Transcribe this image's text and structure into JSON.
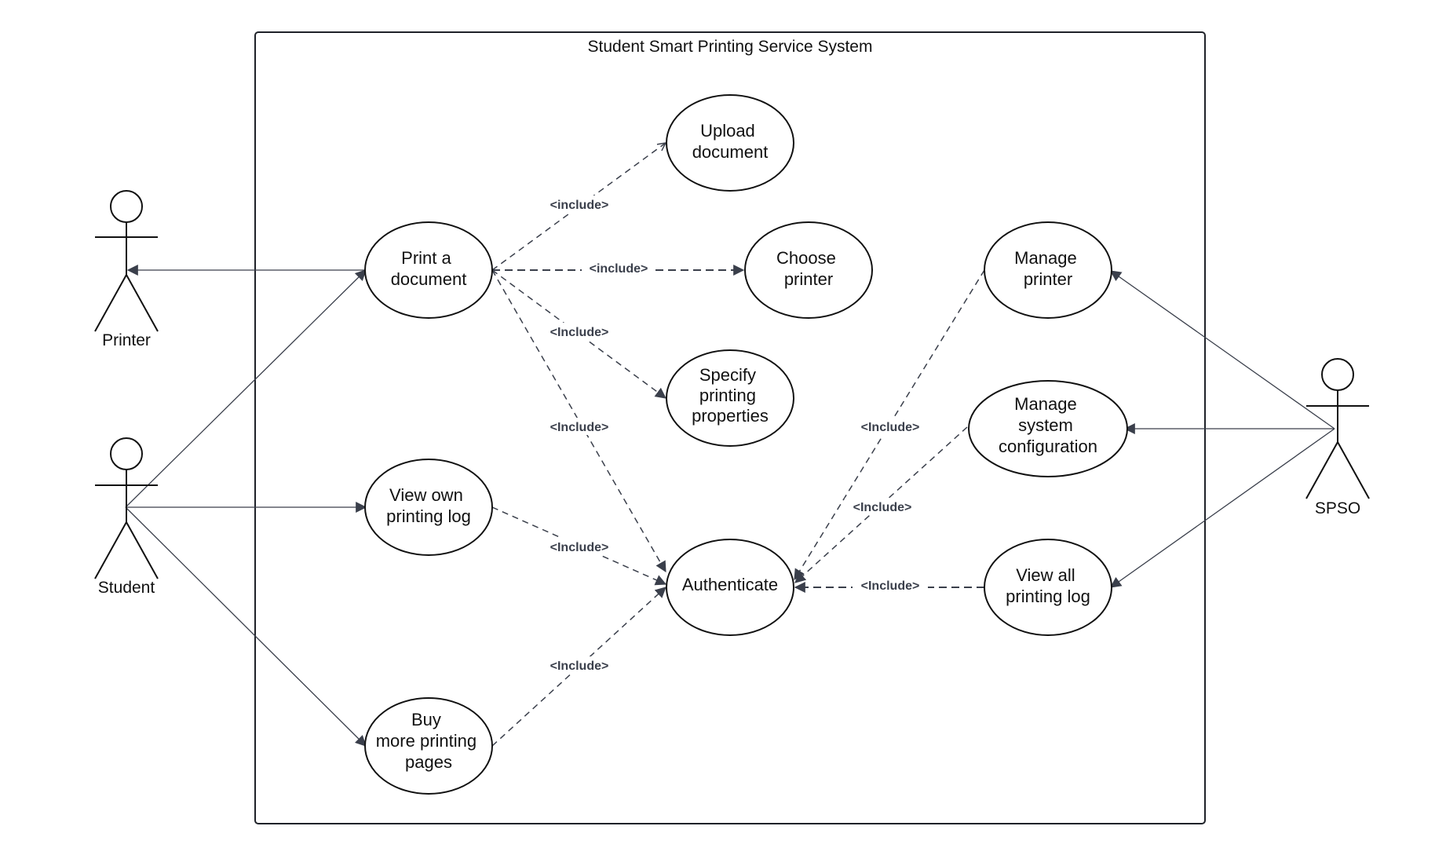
{
  "system": {
    "title": "Student Smart Printing Service System"
  },
  "colors": {
    "line": "#3a3f4b",
    "outline": "#111111",
    "background": "#ffffff"
  },
  "actors": {
    "printer": "Printer",
    "student": "Student",
    "spso": "SPSO"
  },
  "use_cases": {
    "print_document": [
      "Print a",
      "document"
    ],
    "upload_document": [
      "Upload",
      "document"
    ],
    "choose_printer": [
      "Choose",
      "printer"
    ],
    "specify_properties": [
      "Specify",
      "printing",
      "properties"
    ],
    "view_own_log": [
      "View own",
      "printing log"
    ],
    "buy_pages": [
      "Buy",
      "more printing",
      "pages"
    ],
    "authenticate": [
      "Authenticate"
    ],
    "manage_printer": [
      "Manage",
      "printer"
    ],
    "manage_config": [
      "Manage",
      "system",
      "configuration"
    ],
    "view_all_log": [
      "View all",
      "printing log"
    ]
  },
  "relationships": {
    "print_upload": "<include>",
    "print_choose": "<include>",
    "print_specify": "<Include>",
    "print_auth": "<Include>",
    "viewown_auth": "<Include>",
    "buy_auth": "<Include>",
    "manageprinter_auth": "<Include>",
    "manageconfig_auth": "<Include>",
    "viewall_auth": "<Include>"
  }
}
